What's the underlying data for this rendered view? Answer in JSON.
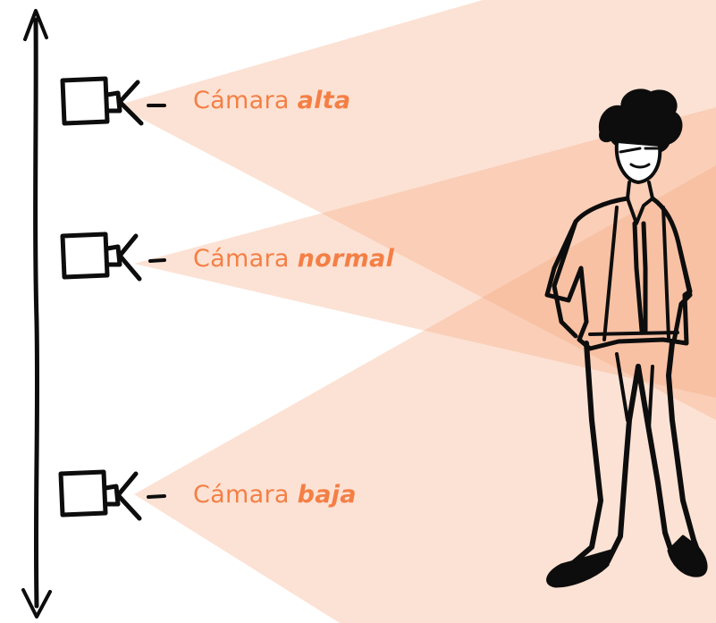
{
  "colors": {
    "accent": "#F47F45",
    "beam": "#F7A47A",
    "ink": "#0D0D0D",
    "background": "#FFFFFF"
  },
  "labels": {
    "high": {
      "prefix": "Cámara",
      "emphasis": "alta"
    },
    "normal": {
      "prefix": "Cámara",
      "emphasis": "normal"
    },
    "low": {
      "prefix": "Cámara",
      "emphasis": "baja"
    }
  },
  "icons": {
    "axis": "double-arrow-vertical-icon",
    "camera": "film-camera-icon",
    "subject": "standing-person-sketch-icon"
  }
}
